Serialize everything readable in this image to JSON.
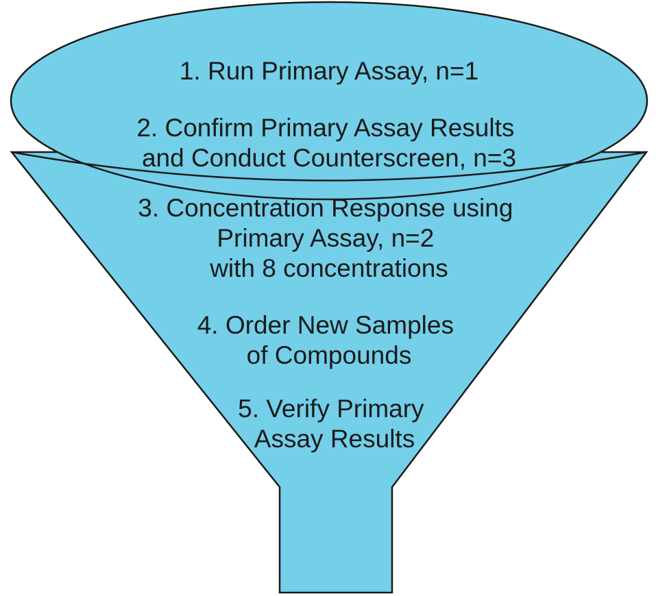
{
  "colors": {
    "funnel_fill": "#74cfe9",
    "outline": "#1a1a1a",
    "text": "#1a1a1a"
  },
  "steps": [
    {
      "lines": [
        "1. Run Primary Assay, n=1"
      ]
    },
    {
      "lines": [
        "2. Confirm Primary Assay Results",
        "and Conduct Counterscreen, n=3"
      ]
    },
    {
      "lines": [
        "3. Concentration Response using",
        "Primary Assay, n=2",
        "with 8 concentrations"
      ]
    },
    {
      "lines": [
        "4. Order New Samples",
        "of Compounds"
      ]
    },
    {
      "lines": [
        "5. Verify Primary",
        "Assay Results"
      ]
    }
  ]
}
